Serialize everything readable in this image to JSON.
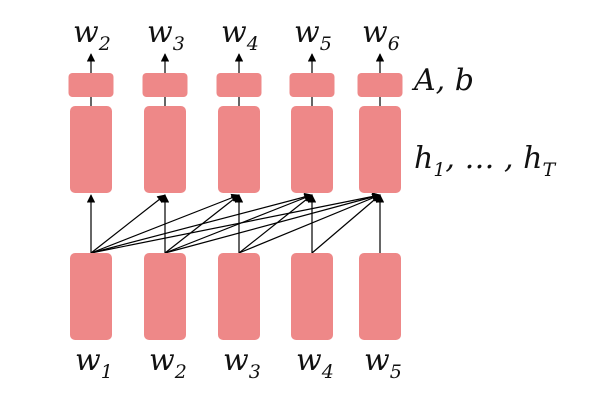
{
  "colors": {
    "box": "#EE8888",
    "edge": "#000000",
    "text": "#111111"
  },
  "inputs": [
    {
      "base": "w",
      "sub": "1"
    },
    {
      "base": "w",
      "sub": "2"
    },
    {
      "base": "w",
      "sub": "3"
    },
    {
      "base": "w",
      "sub": "4"
    },
    {
      "base": "w",
      "sub": "5"
    }
  ],
  "outputs": [
    {
      "base": "w",
      "sub": "2"
    },
    {
      "base": "w",
      "sub": "3"
    },
    {
      "base": "w",
      "sub": "4"
    },
    {
      "base": "w",
      "sub": "5"
    },
    {
      "base": "w",
      "sub": "6"
    }
  ],
  "labels": {
    "output_layer": "A, b",
    "hidden_prefix": "h",
    "hidden_sub_first": "1",
    "hidden_middle": ", … , ",
    "hidden_sub_last": "T"
  },
  "connections": [
    [
      0,
      0
    ],
    [
      0,
      1
    ],
    [
      0,
      2
    ],
    [
      0,
      3
    ],
    [
      0,
      4
    ],
    [
      1,
      1
    ],
    [
      1,
      2
    ],
    [
      1,
      3
    ],
    [
      1,
      4
    ],
    [
      2,
      2
    ],
    [
      2,
      3
    ],
    [
      2,
      4
    ],
    [
      3,
      3
    ],
    [
      3,
      4
    ],
    [
      4,
      4
    ]
  ]
}
